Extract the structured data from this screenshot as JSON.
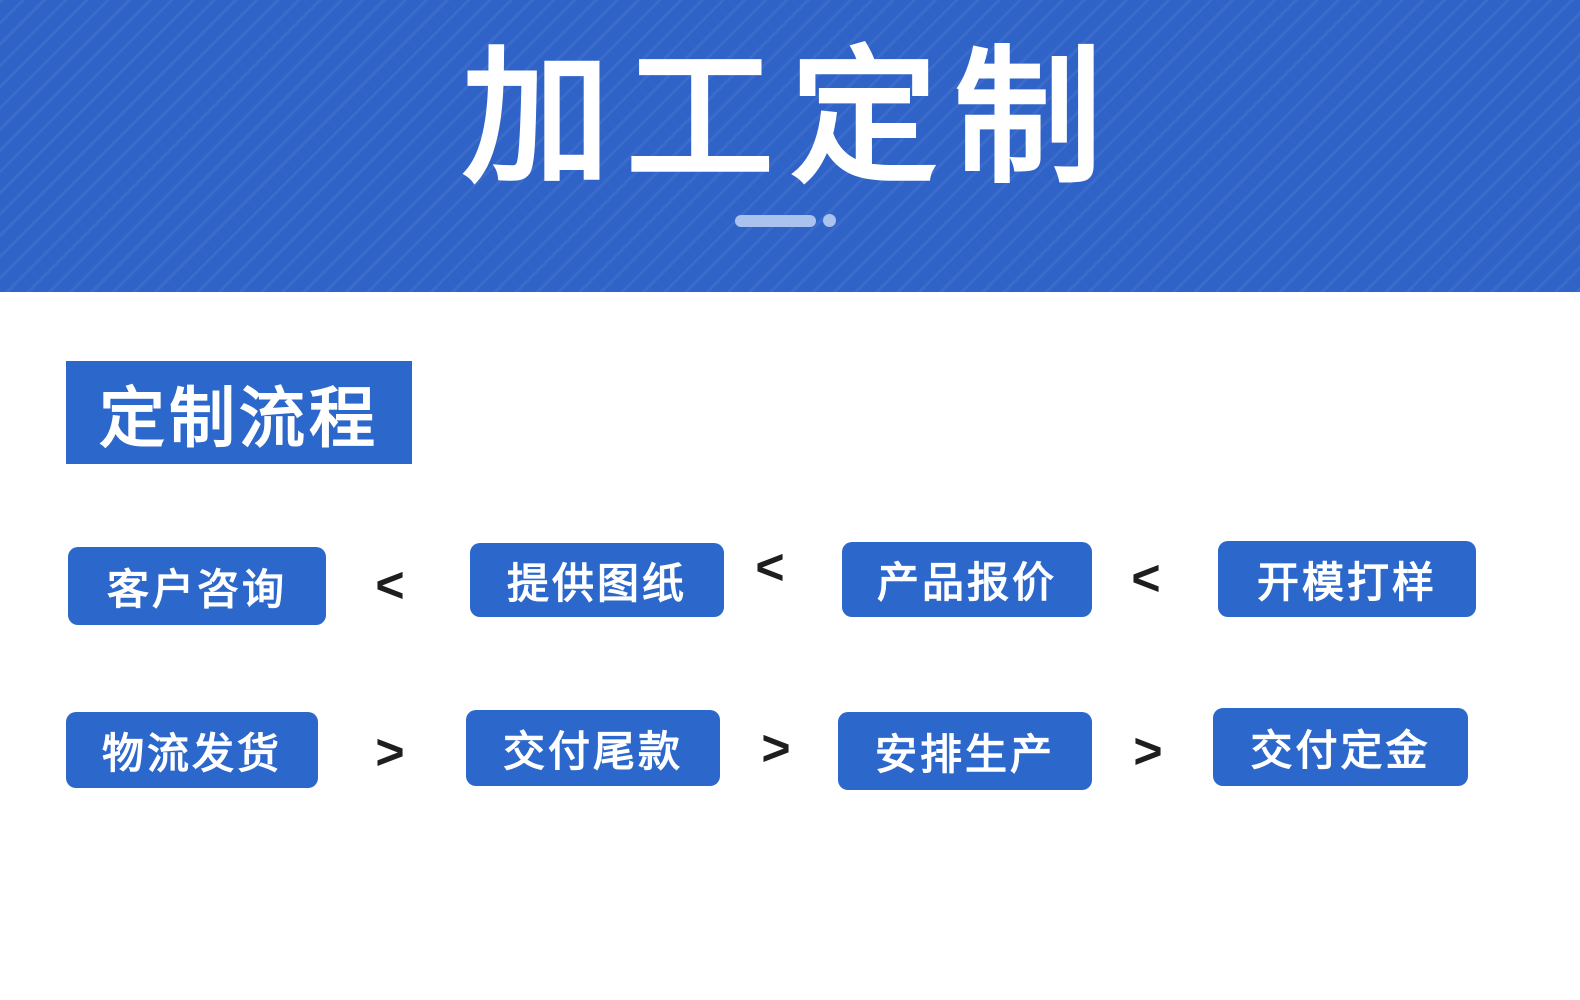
{
  "banner": {
    "title": "加工定制",
    "background_color": "#3063c7",
    "underline_color": "#a9c3ee"
  },
  "section_header": {
    "label": "定制流程",
    "background_color": "#2c67cb"
  },
  "flow": {
    "box_color": "#2c67cb",
    "text_color": "#ffffff",
    "arrow_color": "#1e1e1e",
    "rows": [
      {
        "separator": "<",
        "steps": [
          {
            "label": "客户咨询"
          },
          {
            "label": "提供图纸"
          },
          {
            "label": "产品报价"
          },
          {
            "label": "开模打样"
          }
        ]
      },
      {
        "separator": ">",
        "steps": [
          {
            "label": "物流发货"
          },
          {
            "label": "交付尾款"
          },
          {
            "label": "安排生产"
          },
          {
            "label": "交付定金"
          }
        ]
      }
    ]
  }
}
